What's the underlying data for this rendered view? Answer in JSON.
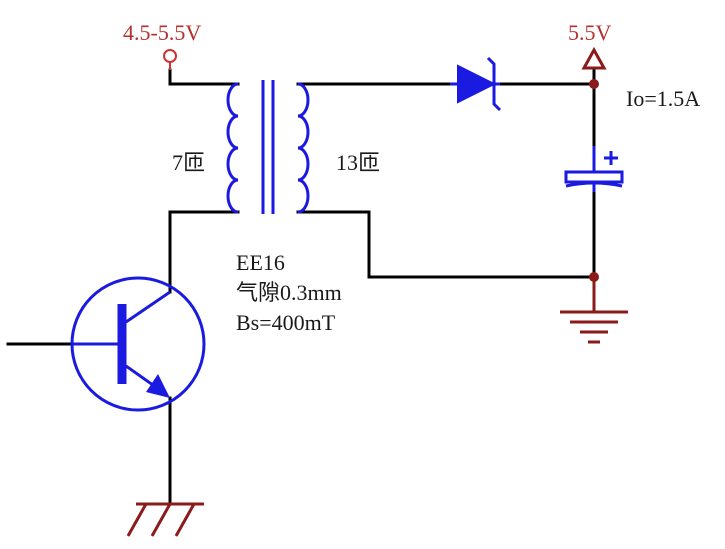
{
  "labels": {
    "input_voltage": "4.5-5.5V",
    "output_voltage": "5.5V",
    "output_current": "Io=1.5A",
    "primary_turns": "7匝",
    "secondary_turns": "13匝",
    "core_type": "EE16",
    "air_gap": "气隙0.3mm",
    "flux_density": "Bs=400mT"
  },
  "colors": {
    "wire": "#000000",
    "component": "#1a1ae0",
    "power": "#8b1a1a",
    "input_terminal": "#cc3333",
    "label_red": "#b5302c",
    "label_black": "#1a1a1a"
  },
  "components": {
    "transformer_icon": "transformer-icon",
    "diode_icon": "diode-icon",
    "capacitor_icon": "polarized-capacitor-icon",
    "transistor_icon": "npn-transistor-icon",
    "ground_icon": "ground-icon",
    "chassis_ground_icon": "chassis-ground-icon",
    "power_arrow_icon": "power-arrow-icon",
    "input_terminal_icon": "input-terminal-icon"
  }
}
